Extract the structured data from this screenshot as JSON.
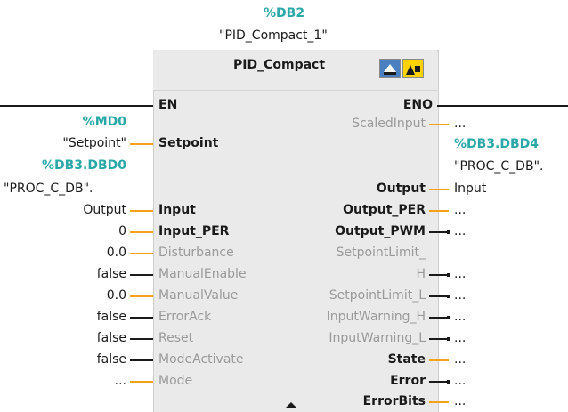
{
  "block": {
    "db_address": "%DB2",
    "instance_name": "\"PID_Compact_1\"",
    "title": "PID_Compact",
    "icons": [
      "blocks-icon",
      "lock-warning-icon"
    ]
  },
  "left_rail": {
    "en": "EN"
  },
  "right_rail": {
    "eno": "ENO"
  },
  "inputs": [
    {
      "pin": "Setpoint",
      "value_address": "%MD0",
      "value": "\"Setpoint\"",
      "enabled": true
    },
    {
      "pin": "Input",
      "value_address": "%DB3.DBD0",
      "value_line1": "\"PROC_C_DB\".",
      "value_line2": "Output",
      "enabled": true
    },
    {
      "pin": "Input_PER",
      "value": "0",
      "enabled": true
    },
    {
      "pin": "Disturbance",
      "value": "0.0",
      "enabled": false
    },
    {
      "pin": "ManualEnable",
      "value": "false",
      "enabled": false
    },
    {
      "pin": "ManualValue",
      "value": "0.0",
      "enabled": false
    },
    {
      "pin": "ErrorAck",
      "value": "false",
      "enabled": false
    },
    {
      "pin": "Reset",
      "value": "false",
      "enabled": false
    },
    {
      "pin": "ModeActivate",
      "value": "false",
      "enabled": false
    },
    {
      "pin": "Mode",
      "value": "...",
      "enabled": false
    }
  ],
  "outputs": [
    {
      "pin": "ScaledInput",
      "value": "...",
      "enabled": false
    },
    {
      "pin": "Output",
      "value_address": "%DB3.DBD4",
      "value_line1": "\"PROC_C_DB\".",
      "value_line2": "Input",
      "enabled": true
    },
    {
      "pin": "Output_PER",
      "value": "...",
      "enabled": true
    },
    {
      "pin": "Output_PWM",
      "value": "...",
      "enabled": true
    },
    {
      "pin_line1": "SetpointLimit_",
      "pin_line2": "H",
      "value": "...",
      "enabled": false
    },
    {
      "pin": "SetpointLimit_L",
      "value": "...",
      "enabled": false
    },
    {
      "pin": "InputWarning_H",
      "value": "...",
      "enabled": false
    },
    {
      "pin": "InputWarning_L",
      "value": "...",
      "enabled": false
    },
    {
      "pin": "State",
      "value": "...",
      "enabled": true
    },
    {
      "pin": "Error",
      "value": "...",
      "enabled": true
    },
    {
      "pin": "ErrorBits",
      "value": "...",
      "enabled": true
    }
  ],
  "colors": {
    "pin_analog": "#f2a21b",
    "pin_bool": "#1a1a1a",
    "address": "#2aa8a8",
    "disabled": "#9a9a9a",
    "block_bg": "#eaeaea"
  }
}
